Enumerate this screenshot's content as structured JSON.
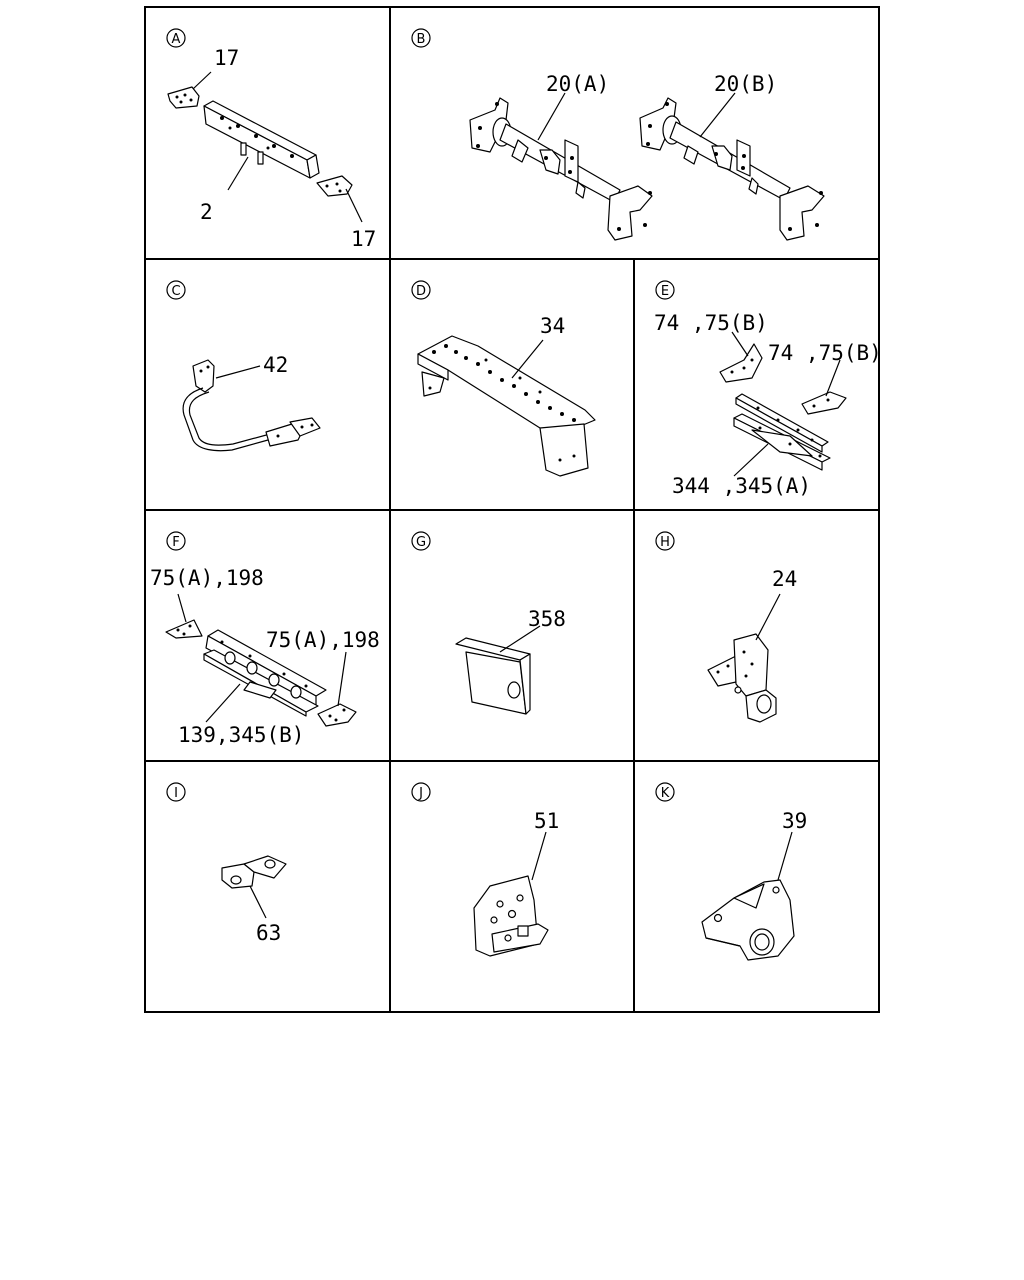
{
  "panels": [
    {
      "letter": "A",
      "labels": [
        "17",
        "2",
        "17"
      ]
    },
    {
      "letter": "B",
      "labels": [
        "20(A)",
        "20(B)"
      ]
    },
    {
      "letter": "C",
      "labels": [
        "42"
      ]
    },
    {
      "letter": "D",
      "labels": [
        "34"
      ]
    },
    {
      "letter": "E",
      "labels": [
        "74 ,75(B)",
        "74 ,75(B)",
        "344 ,345(A)"
      ]
    },
    {
      "letter": "F",
      "labels": [
        "75(A),198",
        "75(A),198",
        "139,345(B)"
      ]
    },
    {
      "letter": "G",
      "labels": [
        "358"
      ]
    },
    {
      "letter": "H",
      "labels": [
        "24"
      ]
    },
    {
      "letter": "I",
      "labels": [
        "63"
      ]
    },
    {
      "letter": "J",
      "labels": [
        "51"
      ]
    },
    {
      "letter": "K",
      "labels": [
        "39"
      ]
    }
  ]
}
